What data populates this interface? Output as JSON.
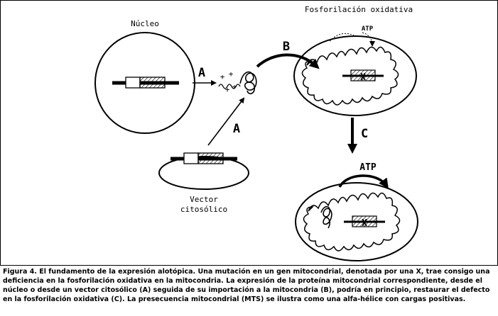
{
  "diagram": {
    "nucleus_label": "Núcleo",
    "oxphos_label": "Fosforilación oxidativa",
    "vector_label_line1": "Vector",
    "vector_label_line2": "citosólico",
    "arrow_a_label": "A",
    "arrow_a2_label": "A",
    "arrow_b_label": "B",
    "arrow_c_label": "C",
    "atp_label_top": "ATP",
    "atp_label_bottom": "ATP",
    "mutation_mark_top": "X",
    "mutation_mark_bottom": "X",
    "charge_symbols": [
      "+",
      "+",
      "+",
      "+"
    ]
  },
  "caption": "Figura 4. El fundamento de la expresión alotópica. Una mutación en un gen mitocondrial, denotada por una X, trae consigo una deficiencia en la fosforilación oxidativa en la mitocondria. La expresión de la proteína mitocondrial correspondiente, desde el núcleo o desde un vector citosólico (A) seguida de su importación a la mitocondria (B), podría en principio, restaurar el defecto en la fosforilación oxidativa (C). La presecuencia mitocondrial (MTS) se ilustra como una alfa-hélice con cargas positivas."
}
